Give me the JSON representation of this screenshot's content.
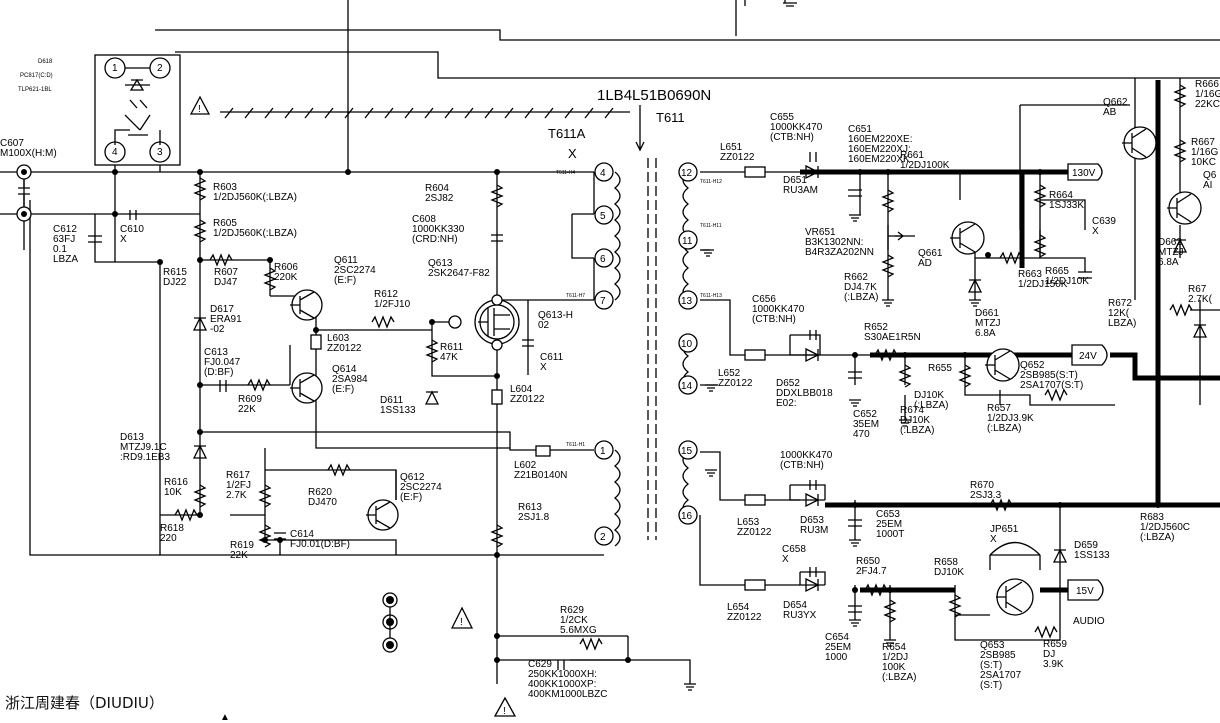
{
  "title": "1LB4L51B0690N",
  "transformer": {
    "name": "T611",
    "alt_name": "T611A",
    "mark": "X",
    "core_label": "1LB4L51B0690N"
  },
  "opto": {
    "ref": "D618",
    "part1": "PC817(C:D)",
    "part2": "TLP621-1BL",
    "pins": [
      "1",
      "2",
      "4",
      "3"
    ]
  },
  "pins_left": [
    "4",
    "5",
    "6",
    "7",
    "1",
    "2"
  ],
  "pins_right": [
    "12",
    "11",
    "13",
    "10",
    "14",
    "15",
    "16"
  ],
  "tiny_labels": [
    "T611-H4",
    "T611-H7",
    "T611-H1",
    "T611-H12",
    "T611-H11",
    "T611-H13"
  ],
  "rails": [
    "130V",
    "24V",
    "15V"
  ],
  "rail_notes": [
    "AUDIO"
  ],
  "watermark": "浙江周建春（DIUDIU）",
  "labels": [
    {
      "id": "c607",
      "lines": [
        "C607",
        "M100X(H:M)"
      ]
    },
    {
      "id": "c612",
      "lines": [
        "C612",
        "63FJ",
        "0.1",
        "LBZA"
      ]
    },
    {
      "id": "c610",
      "lines": [
        "C610",
        "X"
      ]
    },
    {
      "id": "r603",
      "lines": [
        "R603",
        "1/2DJ560K(:LBZA)"
      ]
    },
    {
      "id": "r605",
      "lines": [
        "R605",
        "1/2DJ560K(:LBZA)"
      ]
    },
    {
      "id": "r615",
      "lines": [
        "R615",
        "DJ22"
      ]
    },
    {
      "id": "r607",
      "lines": [
        "R607",
        "DJ47"
      ]
    },
    {
      "id": "r606",
      "lines": [
        "R606",
        "220K"
      ]
    },
    {
      "id": "q611",
      "lines": [
        "Q611",
        "2SC2274",
        "(E:F)"
      ]
    },
    {
      "id": "d617",
      "lines": [
        "D617",
        "ERA91",
        "-02"
      ]
    },
    {
      "id": "c613",
      "lines": [
        "C613",
        "FJ0.047",
        "(D:BF)"
      ]
    },
    {
      "id": "r609",
      "lines": [
        "R609",
        "22K"
      ]
    },
    {
      "id": "q614",
      "lines": [
        "Q614",
        "2SA984",
        "(E:F)"
      ]
    },
    {
      "id": "l603",
      "lines": [
        "L603",
        "ZZ0122"
      ]
    },
    {
      "id": "r612",
      "lines": [
        "R612",
        "1/2FJ10"
      ]
    },
    {
      "id": "d613",
      "lines": [
        "D613",
        "MTZJ9.1C",
        ":RD9.1EB3"
      ]
    },
    {
      "id": "r616",
      "lines": [
        "R616",
        "10K"
      ]
    },
    {
      "id": "r618",
      "lines": [
        "R618",
        "220"
      ]
    },
    {
      "id": "r617",
      "lines": [
        "R617",
        "1/2FJ",
        "2.7K"
      ]
    },
    {
      "id": "r620",
      "lines": [
        "R620",
        "DJ470"
      ]
    },
    {
      "id": "q612",
      "lines": [
        "Q612",
        "2SC2274",
        "(E:F)"
      ]
    },
    {
      "id": "r619",
      "lines": [
        "R619",
        "22K"
      ]
    },
    {
      "id": "c614",
      "lines": [
        "C614",
        "FJ0.01(D:BF)"
      ]
    },
    {
      "id": "r604",
      "lines": [
        "R604",
        "2SJ82"
      ]
    },
    {
      "id": "c608",
      "lines": [
        "C608",
        "1000KK330",
        "(CRD:NH)"
      ]
    },
    {
      "id": "q613",
      "lines": [
        "Q613",
        "2SK2647-F82"
      ]
    },
    {
      "id": "q613h",
      "lines": [
        "Q613-H",
        "02"
      ]
    },
    {
      "id": "r611",
      "lines": [
        "R611",
        "47K"
      ]
    },
    {
      "id": "d611",
      "lines": [
        "D611",
        "1SS133"
      ]
    },
    {
      "id": "c611",
      "lines": [
        "C611",
        "X"
      ]
    },
    {
      "id": "l604",
      "lines": [
        "L604",
        "ZZ0122"
      ]
    },
    {
      "id": "l602",
      "lines": [
        "L602",
        "Z21B0140N"
      ]
    },
    {
      "id": "r613",
      "lines": [
        "R613",
        "2SJ1.8"
      ]
    },
    {
      "id": "r629",
      "lines": [
        "R629",
        "1/2CK",
        "5.6MXG"
      ]
    },
    {
      "id": "c629",
      "lines": [
        "C629",
        "250KK1000XH:",
        "400KK1000XP:",
        "400KM1000LBZC"
      ]
    },
    {
      "id": "l651",
      "lines": [
        "L651",
        "ZZ0122"
      ]
    },
    {
      "id": "c655",
      "lines": [
        "C655",
        "1000KK470",
        "(CTB:NH)"
      ]
    },
    {
      "id": "d651",
      "lines": [
        "D651",
        "RU3AM"
      ]
    },
    {
      "id": "c651",
      "lines": [
        "C651",
        "160EM220XE:",
        "160EM220XJ:",
        "160EM220XK"
      ]
    },
    {
      "id": "r661",
      "lines": [
        "R661",
        "1/2DJ100K"
      ]
    },
    {
      "id": "vr651",
      "lines": [
        "VR651",
        "B3K1302NN:",
        "B4R3ZA202NN"
      ]
    },
    {
      "id": "q661",
      "lines": [
        "Q661",
        "AD"
      ]
    },
    {
      "id": "r662",
      "lines": [
        "R662",
        "DJ4.7K",
        "(:LBZA)"
      ]
    },
    {
      "id": "q662",
      "lines": [
        "Q662",
        "AB"
      ]
    },
    {
      "id": "r664",
      "lines": [
        "R664",
        "1SJ33K"
      ]
    },
    {
      "id": "c639",
      "lines": [
        "C639",
        "X"
      ]
    },
    {
      "id": "r665",
      "lines": [
        "R665",
        "1/2DJ10K"
      ]
    },
    {
      "id": "r663",
      "lines": [
        "R663",
        "1/2DJ150K"
      ]
    },
    {
      "id": "d661",
      "lines": [
        "D661",
        "MTZJ",
        "6.8A"
      ]
    },
    {
      "id": "d662",
      "lines": [
        "D662",
        "MTZJ",
        "6.8A"
      ]
    },
    {
      "id": "r666",
      "lines": [
        "R666",
        "1/16G",
        "22KC"
      ]
    },
    {
      "id": "r667",
      "lines": [
        "R667",
        "1/16G",
        "10KC"
      ]
    },
    {
      "id": "r672",
      "lines": [
        "R672",
        "12K(",
        "LBZA)"
      ]
    },
    {
      "id": "r67x",
      "lines": [
        "R67",
        "2.7K("
      ]
    },
    {
      "id": "c656",
      "lines": [
        "C656",
        "1000KK470",
        "(CTB:NH)"
      ]
    },
    {
      "id": "l652",
      "lines": [
        "L652",
        "ZZ0122"
      ]
    },
    {
      "id": "d652",
      "lines": [
        "D652",
        "DDXLBB018",
        "E02:"
      ]
    },
    {
      "id": "r652",
      "lines": [
        "R652",
        "S30AE1R5N"
      ]
    },
    {
      "id": "c652",
      "lines": [
        "C652",
        "35EM",
        "470"
      ]
    },
    {
      "id": "r655",
      "lines": [
        "R655"
      ]
    },
    {
      "id": "r674",
      "lines": [
        "R674",
        "DJ10K",
        "(:LBZA)"
      ]
    },
    {
      "id": "dj10k",
      "lines": [
        "DJ10K",
        "(:LBZA)"
      ]
    },
    {
      "id": "q652",
      "lines": [
        "Q652",
        "2SB985(S:T)",
        "2SA1707(S:T)"
      ]
    },
    {
      "id": "r657",
      "lines": [
        "R657",
        "1/2DJ3.9K",
        "(:LBZA)"
      ]
    },
    {
      "id": "c657",
      "lines": [
        "1000KK470",
        "(CTB:NH)"
      ]
    },
    {
      "id": "l653",
      "lines": [
        "L653",
        "ZZ0122"
      ]
    },
    {
      "id": "d653",
      "lines": [
        "D653",
        "RU3M"
      ]
    },
    {
      "id": "c653",
      "lines": [
        "C653",
        "25EM",
        "1000T"
      ]
    },
    {
      "id": "r670",
      "lines": [
        "R670",
        "2SJ3.3"
      ]
    },
    {
      "id": "r683",
      "lines": [
        "R683",
        "1/2DJ560C",
        "(:LBZA)"
      ]
    },
    {
      "id": "jp651",
      "lines": [
        "JP651",
        "X"
      ]
    },
    {
      "id": "d659",
      "lines": [
        "D659",
        "1SS133"
      ]
    },
    {
      "id": "c658",
      "lines": [
        "C658",
        "X"
      ]
    },
    {
      "id": "l654",
      "lines": [
        "L654",
        "ZZ0122"
      ]
    },
    {
      "id": "d654",
      "lines": [
        "D654",
        "RU3YX"
      ]
    },
    {
      "id": "r650",
      "lines": [
        "R650",
        "2FJ4.7"
      ]
    },
    {
      "id": "c654",
      "lines": [
        "C654",
        "25EM",
        "1000"
      ]
    },
    {
      "id": "r654",
      "lines": [
        "R654",
        "1/2DJ",
        "100K",
        "(:LBZA)"
      ]
    },
    {
      "id": "r658",
      "lines": [
        "R658",
        "DJ10K"
      ]
    },
    {
      "id": "q653",
      "lines": [
        "Q653",
        "2SB985",
        "(S:T)",
        "2SA1707",
        "(S:T)"
      ]
    },
    {
      "id": "r659",
      "lines": [
        "R659",
        "DJ",
        "3.9K"
      ]
    },
    {
      "id": "q66x",
      "lines": [
        "Q6",
        "AI"
      ]
    }
  ]
}
